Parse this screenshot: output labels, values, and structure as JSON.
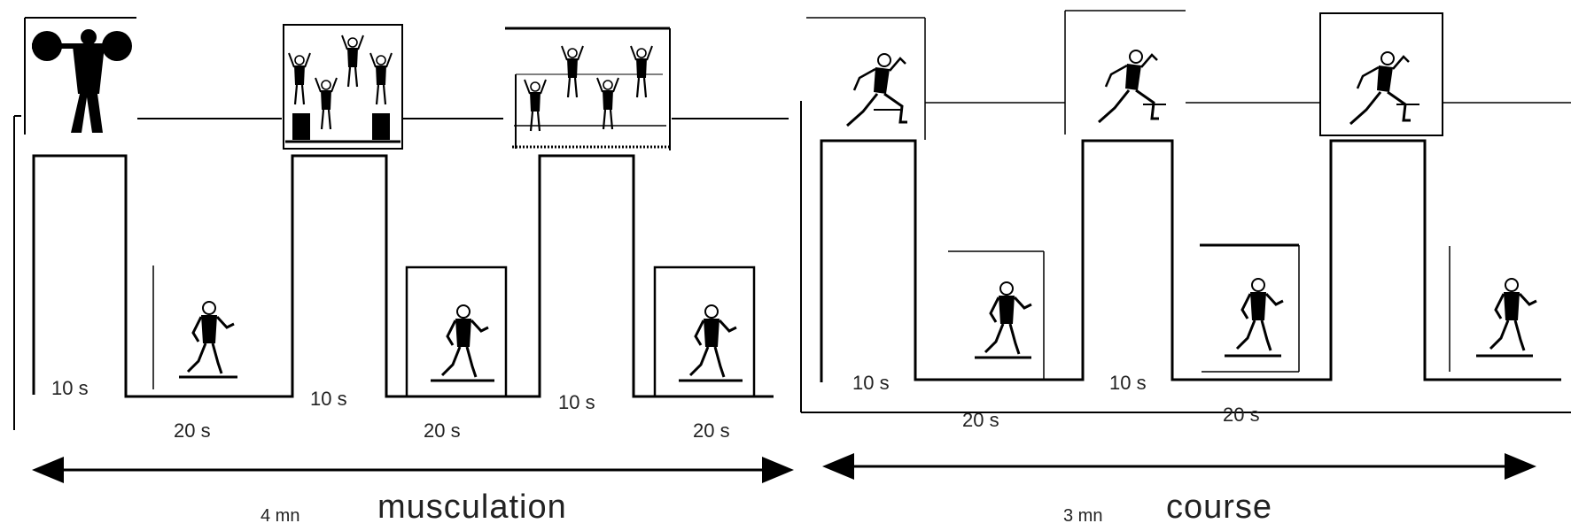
{
  "left": {
    "title": "musculation",
    "total": "4 mn",
    "work_label": "10 s",
    "rest_label": "20 s",
    "work_icons": [
      "barbell-lifter-icon",
      "step-up-jumpers-icon",
      "jump-rope-jumpers-icon"
    ],
    "rest_icon": "runner-icon"
  },
  "right": {
    "title": "course",
    "total": "3 mn",
    "work_label": "10 s",
    "rest_label": "20 s",
    "work_icon": "sprinter-icon",
    "rest_icon": "runner-icon"
  }
}
